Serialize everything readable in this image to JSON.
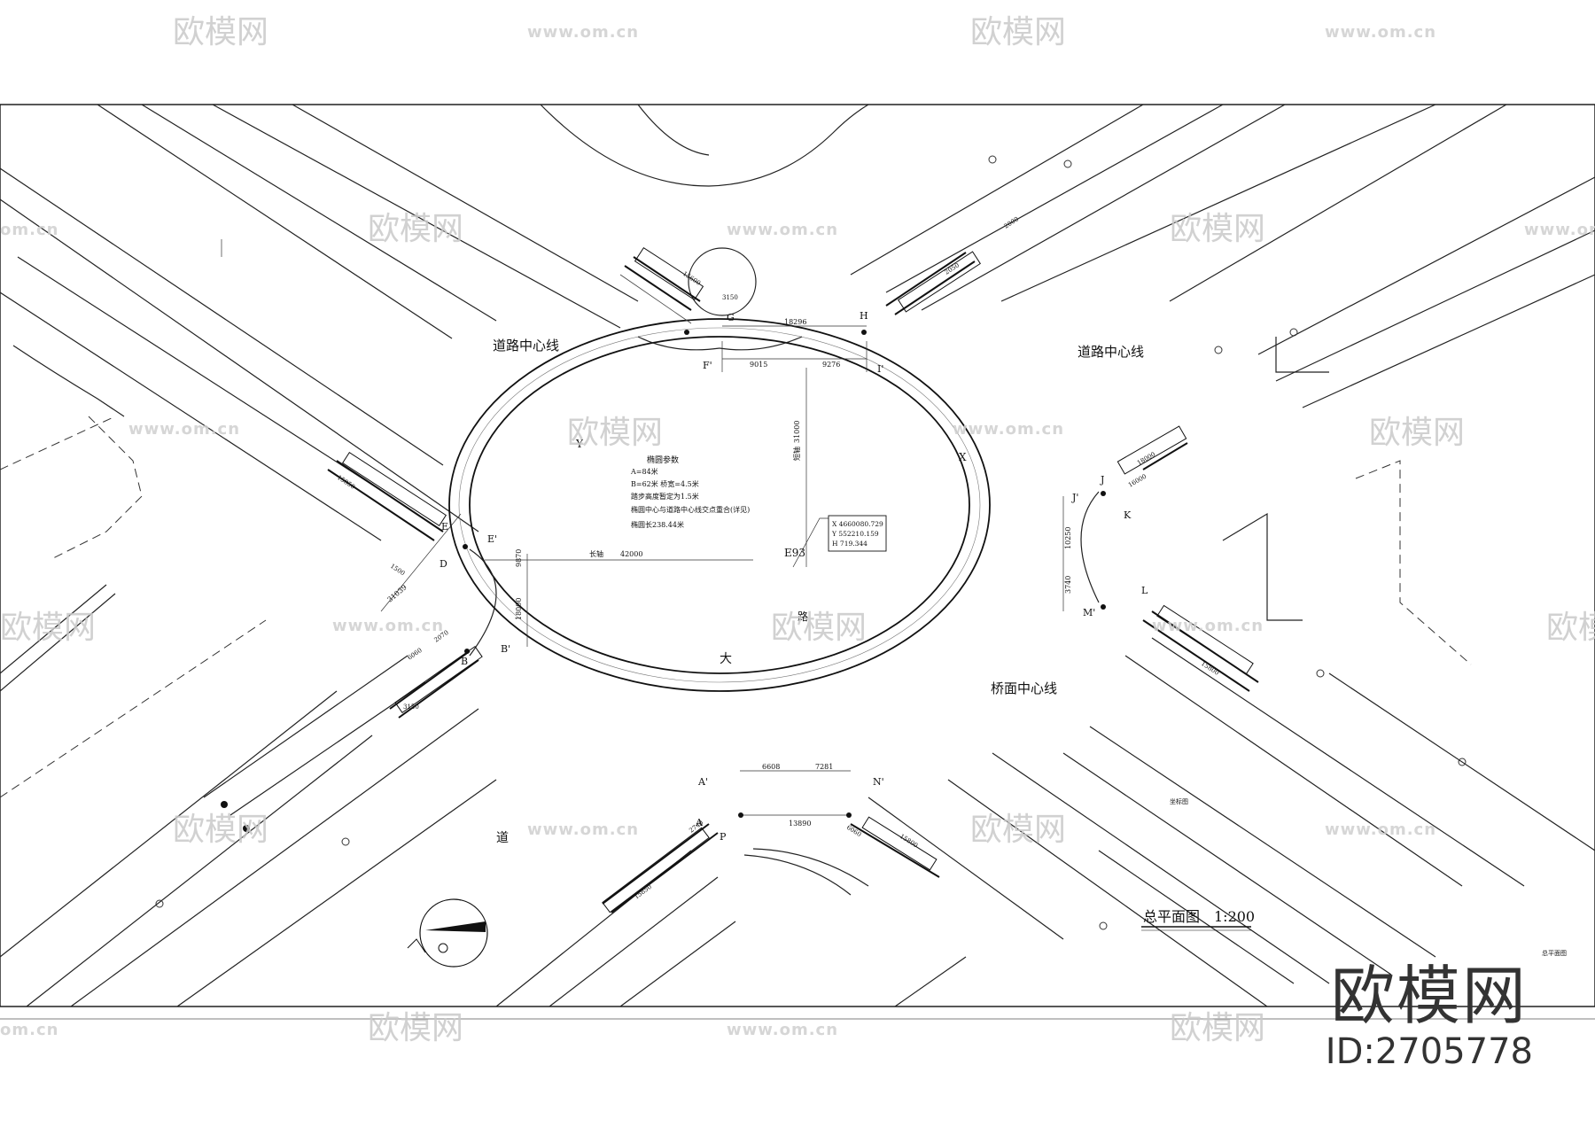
{
  "labels": {
    "road_centerline": "道路中心线",
    "bridge_centerline": "桥面中心线",
    "title": "总平面图",
    "scale": "1:200",
    "small_title": "总平面图",
    "small_note": "坐标图",
    "road_char_top": "大",
    "road_char_bottom": "道",
    "road_char_x": "X",
    "road_char_y": "Y",
    "road_char_z": "路"
  },
  "ellipse_params": {
    "heading": "椭圆参数",
    "lines": [
      "A=84米",
      "B=62米  桥宽=4.5米",
      "踏步高度暂定为1.5米",
      "椭圆中心与道路中心线交点重合(详见)",
      "椭圆长238.44米"
    ]
  },
  "coordinate_box": [
    "X 4660080.729",
    "Y 552210.159",
    "H 719.344"
  ],
  "center_label": "E93",
  "axis_labels": {
    "long_axis": "长轴",
    "long_value": "42000",
    "short_axis": "短轴",
    "short_value": "31000"
  },
  "dimensions": {
    "top": [
      "18296",
      "9015",
      "9276"
    ],
    "bottom": [
      "6608",
      "7281",
      "13890"
    ],
    "left": [
      "9870",
      "18000",
      "31039"
    ],
    "right": [
      "10250",
      "3740"
    ],
    "stairs": [
      "15600",
      "3150",
      "2050",
      "2000",
      "15850",
      "1500",
      "18000",
      "15800",
      "6060",
      "2070",
      "3150",
      "15850",
      "2740",
      "6060",
      "15800",
      "16000"
    ]
  },
  "points": {
    "G": "G",
    "H": "H",
    "F": "F'",
    "I": "I'",
    "E": "E",
    "Ep": "E'",
    "D": "D",
    "B": "B",
    "Bp": "B'",
    "J": "J",
    "Jp": "J'",
    "K": "K",
    "L": "L",
    "M": "M'",
    "A": "A",
    "Ap": "A'",
    "P": "P",
    "N": "N'"
  },
  "watermark": {
    "brand_cn": "欧模网",
    "url": "www.om.cn",
    "url_short": "om.cn"
  },
  "brand": {
    "name": "欧模网",
    "id": "ID:2705778"
  }
}
